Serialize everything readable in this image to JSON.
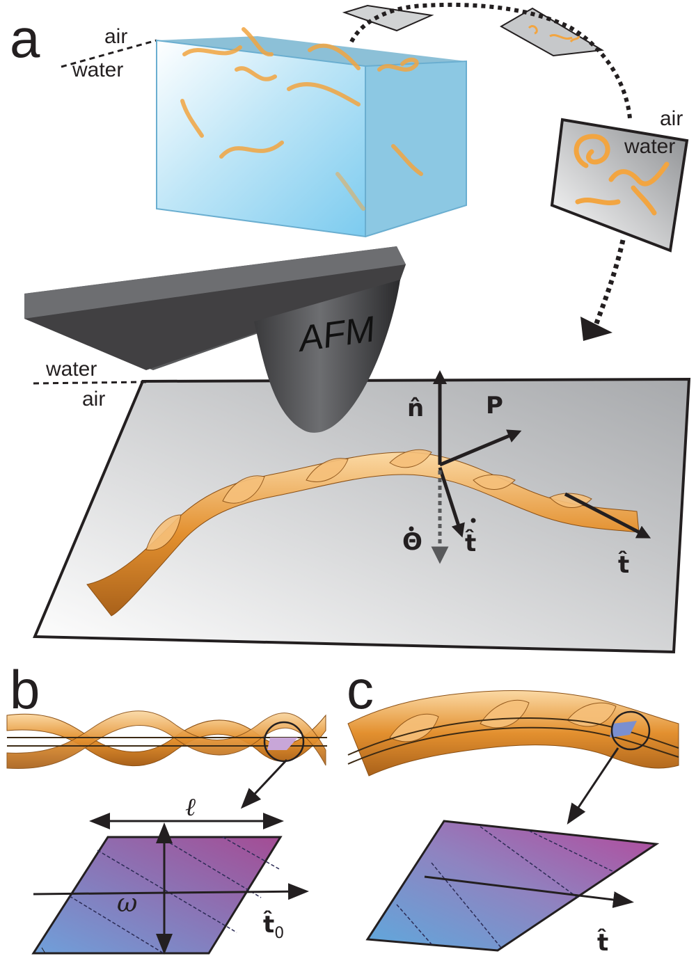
{
  "panels": {
    "a": "a",
    "b": "b",
    "c": "c"
  },
  "interface_top": {
    "upper": "air",
    "lower": "water"
  },
  "interface_right": {
    "upper": "air",
    "lower": "water"
  },
  "interface_afm": {
    "upper": "water",
    "lower": "air"
  },
  "afm_label": "AFM",
  "vectors": {
    "n": "n̂",
    "P": "P",
    "t_dot": "t̂",
    "theta_dot": "Θ",
    "t_end": "t̂"
  },
  "panel_b": {
    "pitch": "ℓ",
    "width": "ω",
    "t0_main": "t̂",
    "t0_sub": "0"
  },
  "panel_c": {
    "t": "t̂"
  },
  "colors": {
    "water": "#8fd0ee",
    "ribbon": "#e49a3b",
    "substrate": "#cfd0d2",
    "cantilever": "#58595b",
    "patch_start": "#6aa6dc",
    "patch_end": "#a04f96"
  }
}
